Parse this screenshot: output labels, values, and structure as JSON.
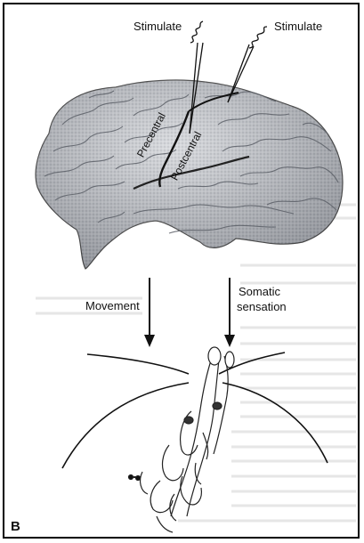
{
  "labels": {
    "stimulate_left": "Stimulate",
    "stimulate_right": "Stimulate",
    "precentral": "Precentral",
    "postcentral": "Postcentral",
    "movement": "Movement",
    "somatic_line1": "Somatic",
    "somatic_line2": "sensation",
    "panel": "B"
  },
  "colors": {
    "ink": "#111111",
    "brain_fill": "#b9bcc2",
    "page_bleed": "#d2d2d2"
  }
}
